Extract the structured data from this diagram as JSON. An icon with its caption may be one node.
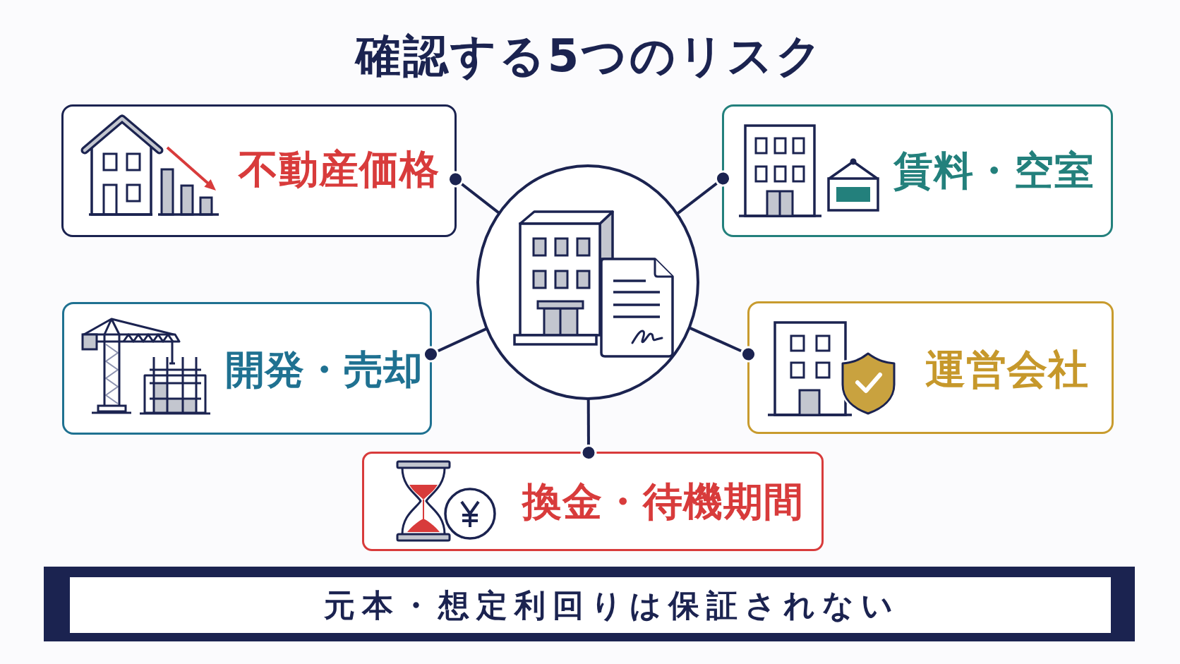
{
  "diagram": {
    "title": "確認する5つのリスク",
    "nodes": [
      {
        "text": [
          "不動産価格"
        ]
      },
      {
        "text": [
          "賃料・空室"
        ]
      },
      {
        "text": [],
        "shape": "circle"
      },
      {
        "text": [
          "開発・売却"
        ]
      },
      {
        "text": [
          "運営会社"
        ]
      },
      {
        "text": [
          "換金・待機期間"
        ]
      },
      {
        "text": [
          "元本・想定利回りは保証されない"
        ]
      }
    ],
    "edges": [
      {
        "from": 2,
        "to": 0,
        "arrow": "other"
      },
      {
        "from": 2,
        "to": 1,
        "arrow": "other"
      },
      {
        "from": 2,
        "to": 3,
        "arrow": "other"
      },
      {
        "from": 2,
        "to": 4,
        "arrow": "other"
      },
      {
        "from": 2,
        "to": 5,
        "arrow": "other"
      }
    ]
  }
}
